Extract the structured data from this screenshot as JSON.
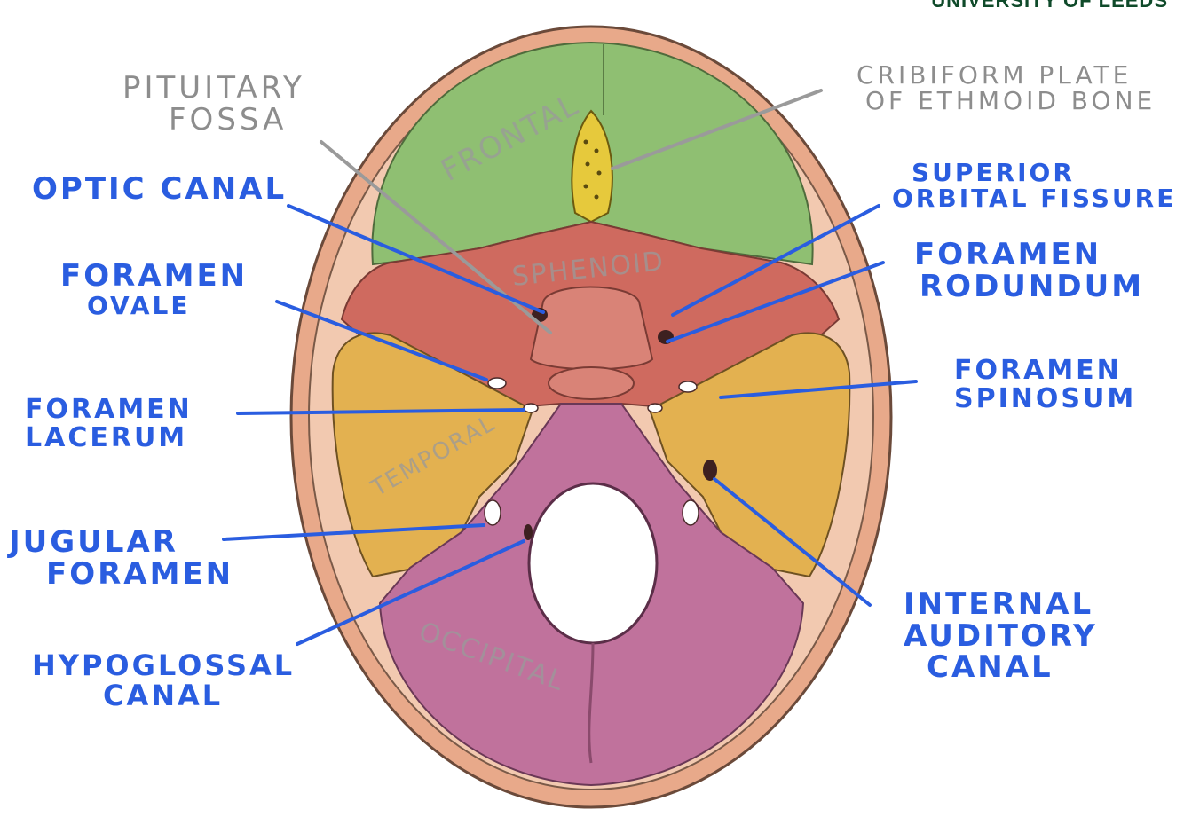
{
  "brand": "UNIVERSITY OF LEEDS",
  "bones": {
    "frontal": "FRONTAL",
    "sphenoid": "SPHENOID",
    "temporal": "TEMPORAL",
    "occipital": "OCCIPITAL"
  },
  "labels": {
    "pituitary_fossa": [
      "PITUITARY",
      "FOSSA"
    ],
    "cribriform_plate": [
      "CRIBIFORM PLATE",
      "OF ETHMOID BONE"
    ],
    "optic_canal": [
      "OPTIC CANAL"
    ],
    "superior_orbital_fissure": [
      "SUPERIOR",
      "ORBITAL FISSURE"
    ],
    "foramen_rotundum": [
      "FORAMEN",
      "RODUNDUM"
    ],
    "foramen_ovale": [
      "FORAMEN",
      "OVALE"
    ],
    "foramen_spinosum": [
      "FORAMEN",
      "SPINOSUM"
    ],
    "foramen_lacerum": [
      "FORAMEN",
      "LACERUM"
    ],
    "jugular_foramen": [
      "JUGULAR",
      "FORAMEN"
    ],
    "hypoglossal_canal": [
      "HYPOGLOSSAL",
      "CANAL"
    ],
    "internal_auditory_canal": [
      "INTERNAL",
      "AUDITORY",
      "CANAL"
    ]
  },
  "colors": {
    "frontal": "#8fbf72",
    "sphenoid": "#cf6a5f",
    "temporal": "#e3b150",
    "occipital": "#c0729c",
    "rim": "#e8a98a",
    "pointer_blue": "#2a5de0",
    "pointer_grey": "#9a9a9a"
  }
}
